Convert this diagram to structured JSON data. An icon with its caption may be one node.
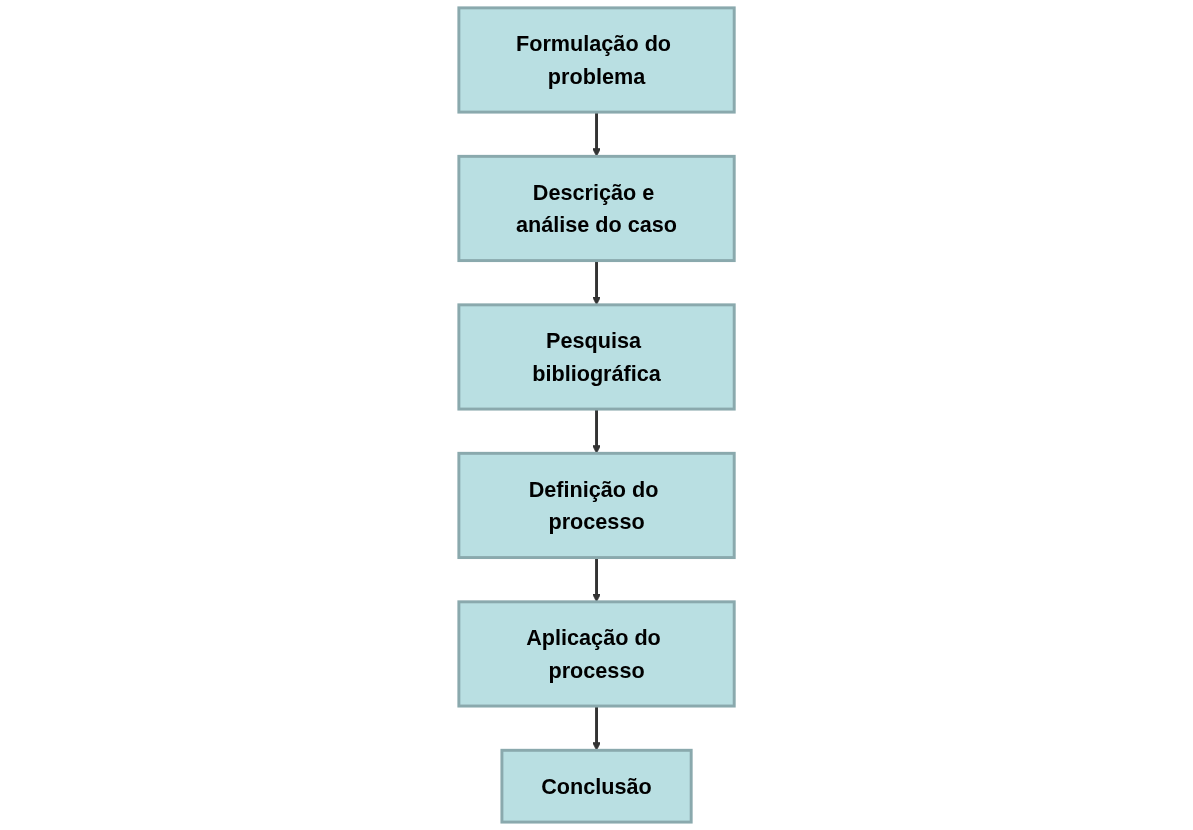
{
  "diagram": {
    "nodes": [
      {
        "text": [
          "Formulação do problema"
        ]
      },
      {
        "text": [
          "Descrição e análise do caso"
        ]
      },
      {
        "text": [
          "Pesquisa bibliográfica"
        ]
      },
      {
        "text": [
          "Definição do processo"
        ]
      },
      {
        "text": [
          "Aplicação do processo"
        ]
      },
      {
        "text": [
          "Conclusão"
        ]
      }
    ],
    "edges": [
      {
        "from": 0,
        "to": 1,
        "arrow": "to"
      },
      {
        "from": 1,
        "to": 2,
        "arrow": "to"
      },
      {
        "from": 2,
        "to": 3,
        "arrow": "to"
      },
      {
        "from": 3,
        "to": 4,
        "arrow": "to"
      },
      {
        "from": 4,
        "to": 5,
        "arrow": "to"
      }
    ]
  }
}
